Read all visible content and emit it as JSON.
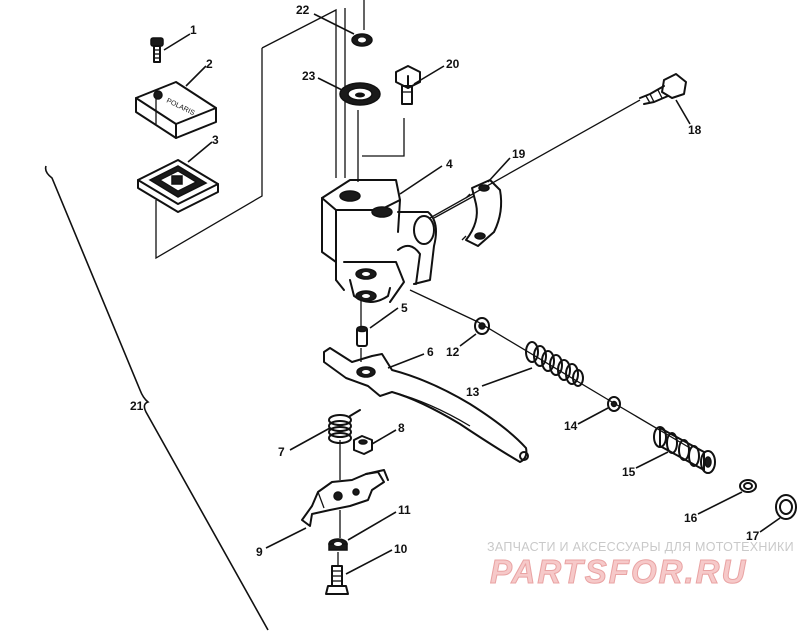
{
  "diagram": {
    "callouts": {
      "n1": "1",
      "n2": "2",
      "n3": "3",
      "n4": "4",
      "n5": "5",
      "n6": "6",
      "n7": "7",
      "n8": "8",
      "n9": "9",
      "n10": "10",
      "n11": "11",
      "n12": "12",
      "n13": "13",
      "n14": "14",
      "n15": "15",
      "n16": "16",
      "n17": "17",
      "n18": "18",
      "n19": "19",
      "n20": "20",
      "n21": "21",
      "n22": "22",
      "n23": "23"
    },
    "cover_brand": "POLARIS"
  },
  "watermark": {
    "tagline": "ЗАПЧАСТИ И АКСЕССУАРЫ ДЛЯ МОТОТЕХНИКИ",
    "site": "PARTSFOR.RU"
  }
}
